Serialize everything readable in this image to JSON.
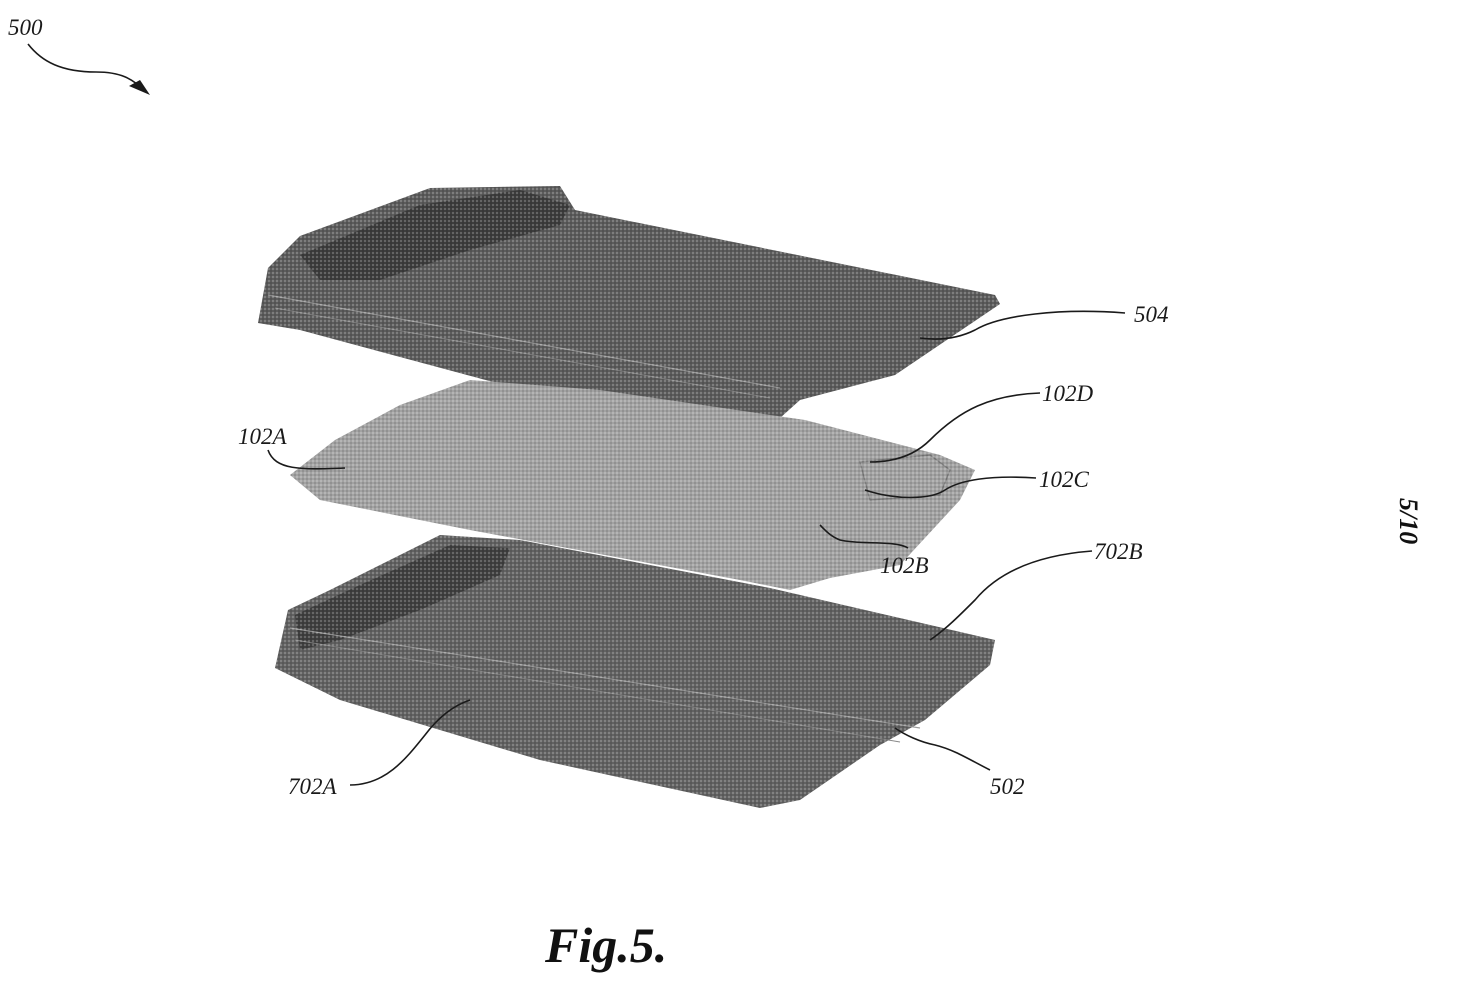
{
  "figure": {
    "number_label": "500",
    "caption": "Fig.5.",
    "sheet": "5/10"
  },
  "labels": {
    "top_plate": "504",
    "cell_d": "102D",
    "cell_a": "102A",
    "cell_c": "102C",
    "cell_b": "102B",
    "bottom_plate_b": "702B",
    "bottom_plate_a": "702A",
    "bottom_plate": "502"
  },
  "colors": {
    "top_plate": "#5c5c5c",
    "middle_layer": "#a2a2a2",
    "bottom_plate": "#626262",
    "ink": "#1a1a1a"
  }
}
